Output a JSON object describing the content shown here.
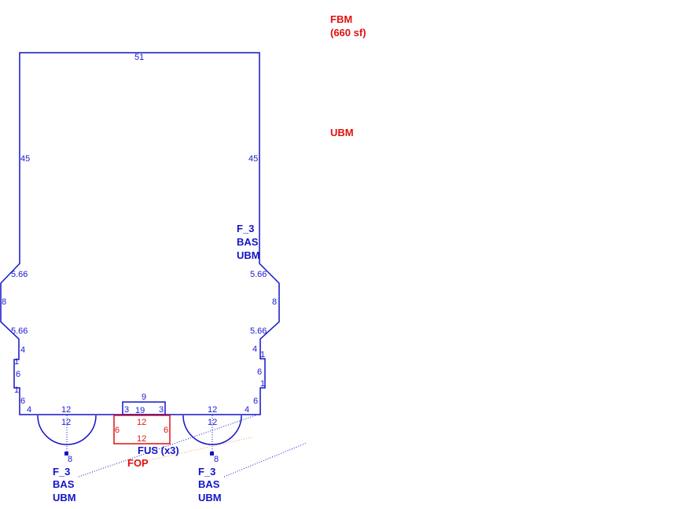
{
  "colors": {
    "outline": "#1414c8",
    "addition": "#e01010",
    "fop_line": "#f0a060"
  },
  "legend": {
    "fbm": "FBM",
    "fbm_area": "(660 sf)",
    "ubm": "UBM"
  },
  "main": {
    "top": "51",
    "left": "45",
    "right": "45",
    "left_diag1": "5.66",
    "left_bay": "8",
    "left_diag2": "5.66",
    "left_step1": "4",
    "left_jog1": "1",
    "left_step2": "6",
    "left_jog2": "1",
    "left_step3": "6",
    "left_bottom": "4",
    "right_diag1": "5.66",
    "right_bay": "8",
    "right_diag2": "5.66",
    "right_step1": "4",
    "right_jog1": "1",
    "right_step2": "6",
    "right_jog2": "1",
    "right_step3": "6",
    "right_bottom": "4",
    "label": [
      "F_3",
      "BAS",
      "UBM"
    ]
  },
  "small_box": {
    "left": "3",
    "top": "9",
    "bottom": "19",
    "right": "3"
  },
  "porch": {
    "top": "12",
    "bottom": "12",
    "left": "6",
    "right": "6",
    "label": "FOP"
  },
  "fus_label": "FUS (x3)",
  "semi_left": {
    "top": "12",
    "inner": "12",
    "radius": "8",
    "label": [
      "F_3",
      "BAS",
      "UBM"
    ]
  },
  "semi_right": {
    "top": "12",
    "inner": "12",
    "radius": "8",
    "label": [
      "F_3",
      "BAS",
      "UBM"
    ]
  }
}
